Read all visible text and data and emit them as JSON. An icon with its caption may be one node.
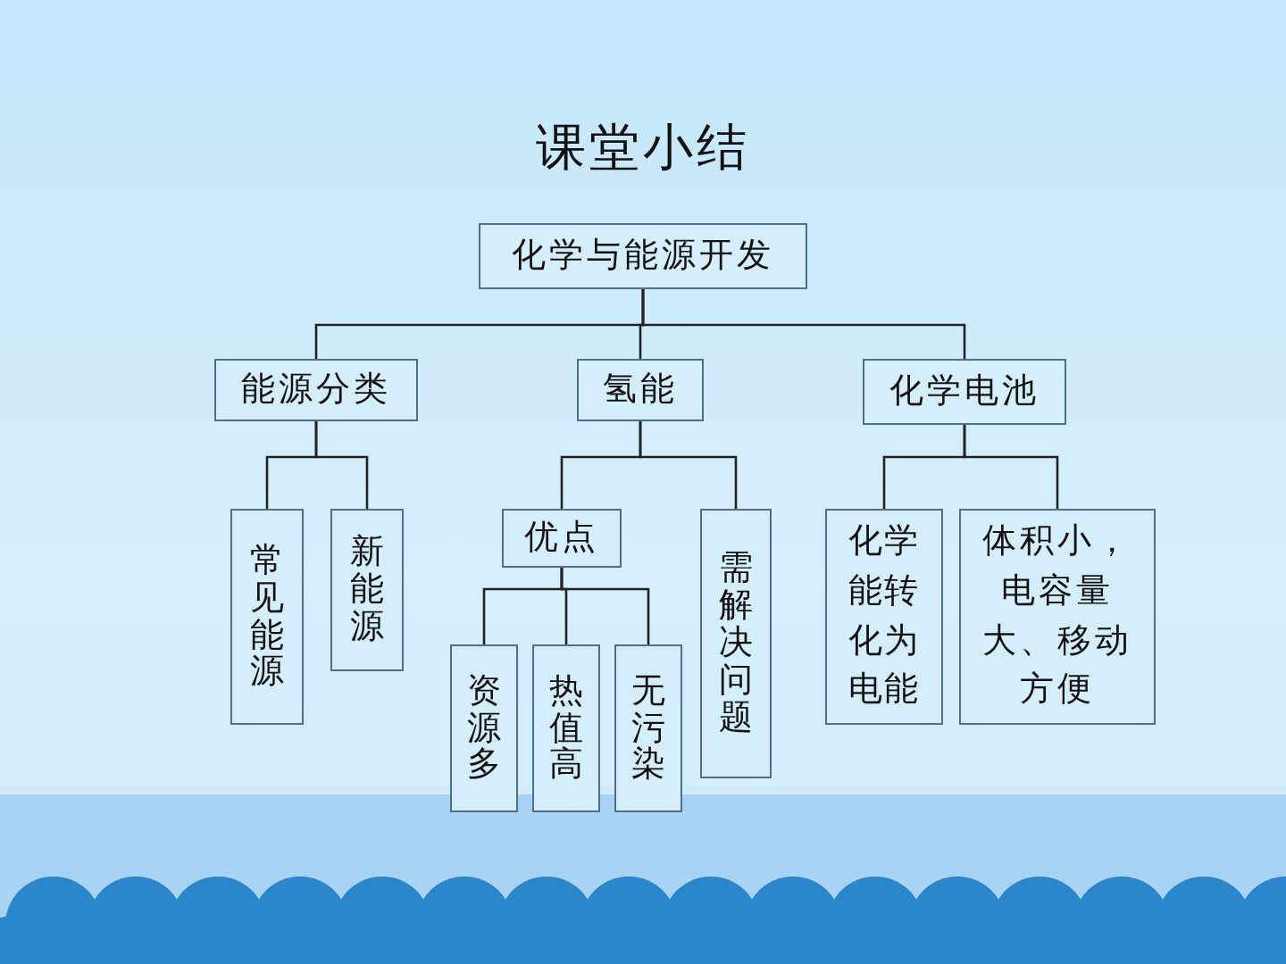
{
  "diagram": {
    "title": "课堂小结",
    "nodes": [
      {
        "text": [
          "化学与能源开发"
        ]
      },
      {
        "text": [
          "能源分类"
        ]
      },
      {
        "text": [
          "氢能"
        ]
      },
      {
        "text": [
          "化学电池"
        ]
      },
      {
        "text": [
          "常见能源"
        ]
      },
      {
        "text": [
          "新能源"
        ]
      },
      {
        "text": [
          "优点"
        ]
      },
      {
        "text": [
          "需解决问题"
        ]
      },
      {
        "text": [
          "化学能转化为电能"
        ]
      },
      {
        "text": [
          "体积小，电容量大、移动方便"
        ]
      },
      {
        "text": [
          "资源多"
        ]
      },
      {
        "text": [
          "热值高"
        ]
      },
      {
        "text": [
          "无污染"
        ]
      }
    ],
    "edges": [
      {
        "from": 0,
        "to": 1,
        "arrow": "none"
      },
      {
        "from": 0,
        "to": 2,
        "arrow": "none"
      },
      {
        "from": 0,
        "to": 3,
        "arrow": "none"
      },
      {
        "from": 1,
        "to": 4,
        "arrow": "none"
      },
      {
        "from": 1,
        "to": 5,
        "arrow": "none"
      },
      {
        "from": 2,
        "to": 6,
        "arrow": "none"
      },
      {
        "from": 2,
        "to": 7,
        "arrow": "none"
      },
      {
        "from": 3,
        "to": 8,
        "arrow": "none"
      },
      {
        "from": 3,
        "to": 9,
        "arrow": "none"
      },
      {
        "from": 6,
        "to": 10,
        "arrow": "none"
      },
      {
        "from": 6,
        "to": 11,
        "arrow": "none"
      },
      {
        "from": 6,
        "to": 12,
        "arrow": "none"
      }
    ]
  }
}
